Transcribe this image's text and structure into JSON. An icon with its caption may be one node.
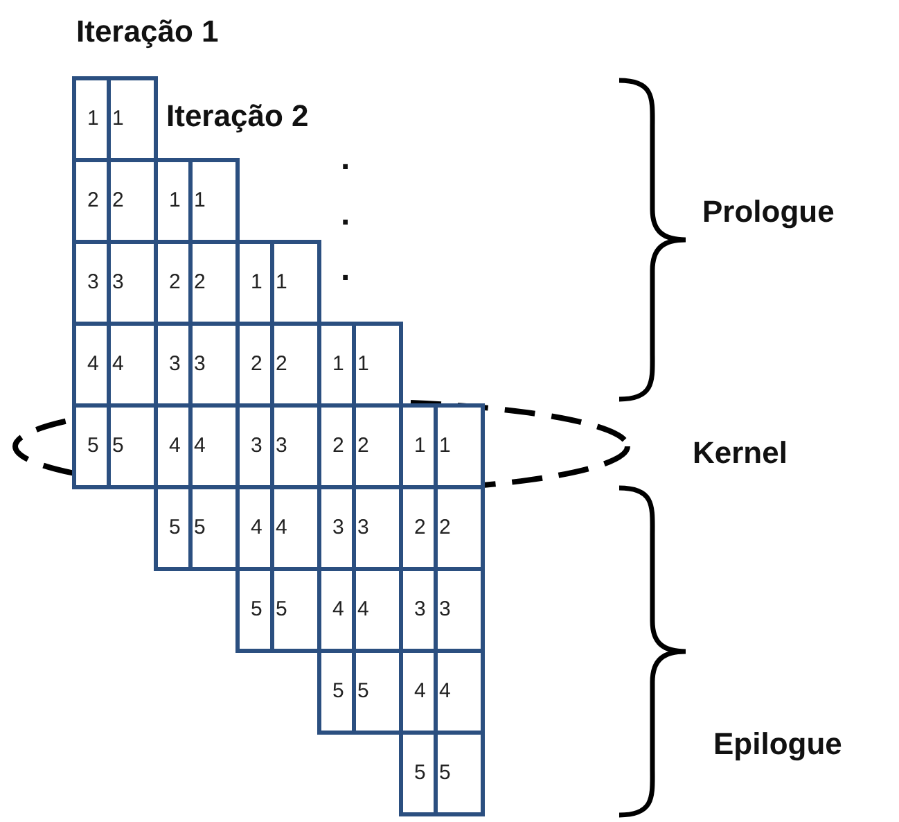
{
  "diagram": {
    "nodes": [
      {
        "text": [
          "1",
          "1"
        ]
      },
      {
        "text": [
          "2",
          "2"
        ]
      },
      {
        "text": [
          "3",
          "3"
        ]
      },
      {
        "text": [
          "4",
          "4"
        ]
      },
      {
        "text": [
          "5",
          "5"
        ]
      },
      {
        "text": [
          "1",
          "1"
        ]
      },
      {
        "text": [
          "2",
          "2"
        ]
      },
      {
        "text": [
          "3",
          "3"
        ]
      },
      {
        "text": [
          "4",
          "4"
        ]
      },
      {
        "text": [
          "5",
          "5"
        ]
      },
      {
        "text": [
          "1",
          "1"
        ]
      },
      {
        "text": [
          "2",
          "2"
        ]
      },
      {
        "text": [
          "3",
          "3"
        ]
      },
      {
        "text": [
          "4",
          "4"
        ]
      },
      {
        "text": [
          "5",
          "5"
        ]
      },
      {
        "text": [
          "1",
          "1"
        ]
      },
      {
        "text": [
          "2",
          "2"
        ]
      },
      {
        "text": [
          "3",
          "3"
        ]
      },
      {
        "text": [
          "4",
          "4"
        ]
      },
      {
        "text": [
          "5",
          "5"
        ]
      },
      {
        "text": [
          "1",
          "1"
        ]
      },
      {
        "text": [
          "2",
          "2"
        ]
      },
      {
        "text": [
          "3",
          "3"
        ]
      },
      {
        "text": [
          "4",
          "4"
        ]
      },
      {
        "text": [
          "5",
          "5"
        ]
      }
    ],
    "labels": [
      "Iteração 1",
      "Iteração 2",
      ".",
      ".",
      ".",
      "Prologue",
      "Kernel",
      "Epilogue"
    ]
  }
}
